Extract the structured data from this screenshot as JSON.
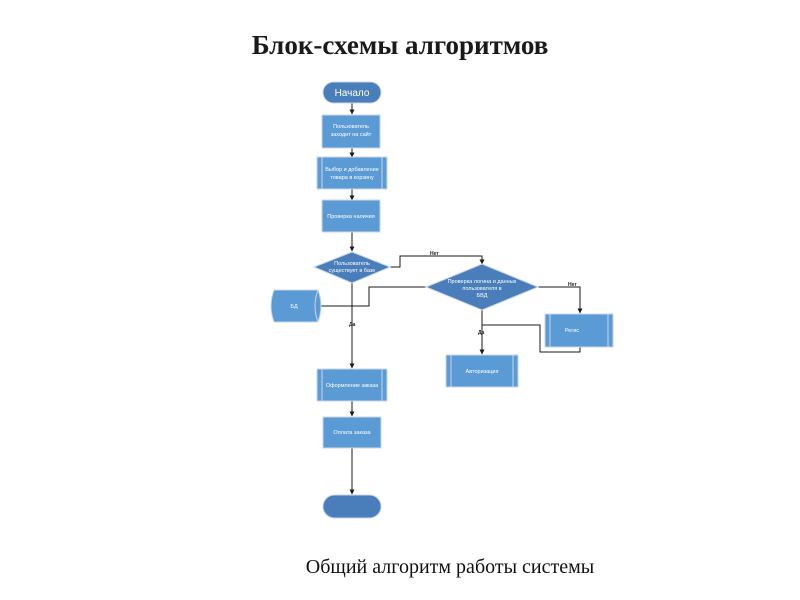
{
  "slide": {
    "title": "Блок-схемы алгоритмов",
    "caption": "Общий алгоритм работы системы"
  },
  "flowchart": {
    "start": "Начало",
    "step1": [
      "Пользователь",
      "заходит на сайт"
    ],
    "step2": [
      "Выбор и добавление",
      "товара в корзину"
    ],
    "step3": "Проверка наличия",
    "decision1": [
      "Пользователь",
      "существует в базе"
    ],
    "db": "БД",
    "decision2": [
      "Проверка логина и данных",
      "пользователя в",
      "БВД"
    ],
    "regist": "Регис",
    "auth": "Авторизация",
    "order": "Оформление заказа",
    "payment": "Оплата заказа",
    "end": "",
    "labels": {
      "no1": "Нет",
      "no2": "Нет",
      "yes1": "Да",
      "yes2": "Да"
    },
    "colors": {
      "fill": "#5b9bd5",
      "fill_dark": "#4a7ebb",
      "stroke": "#c9d6e8",
      "line": "#1a1a1a"
    }
  }
}
